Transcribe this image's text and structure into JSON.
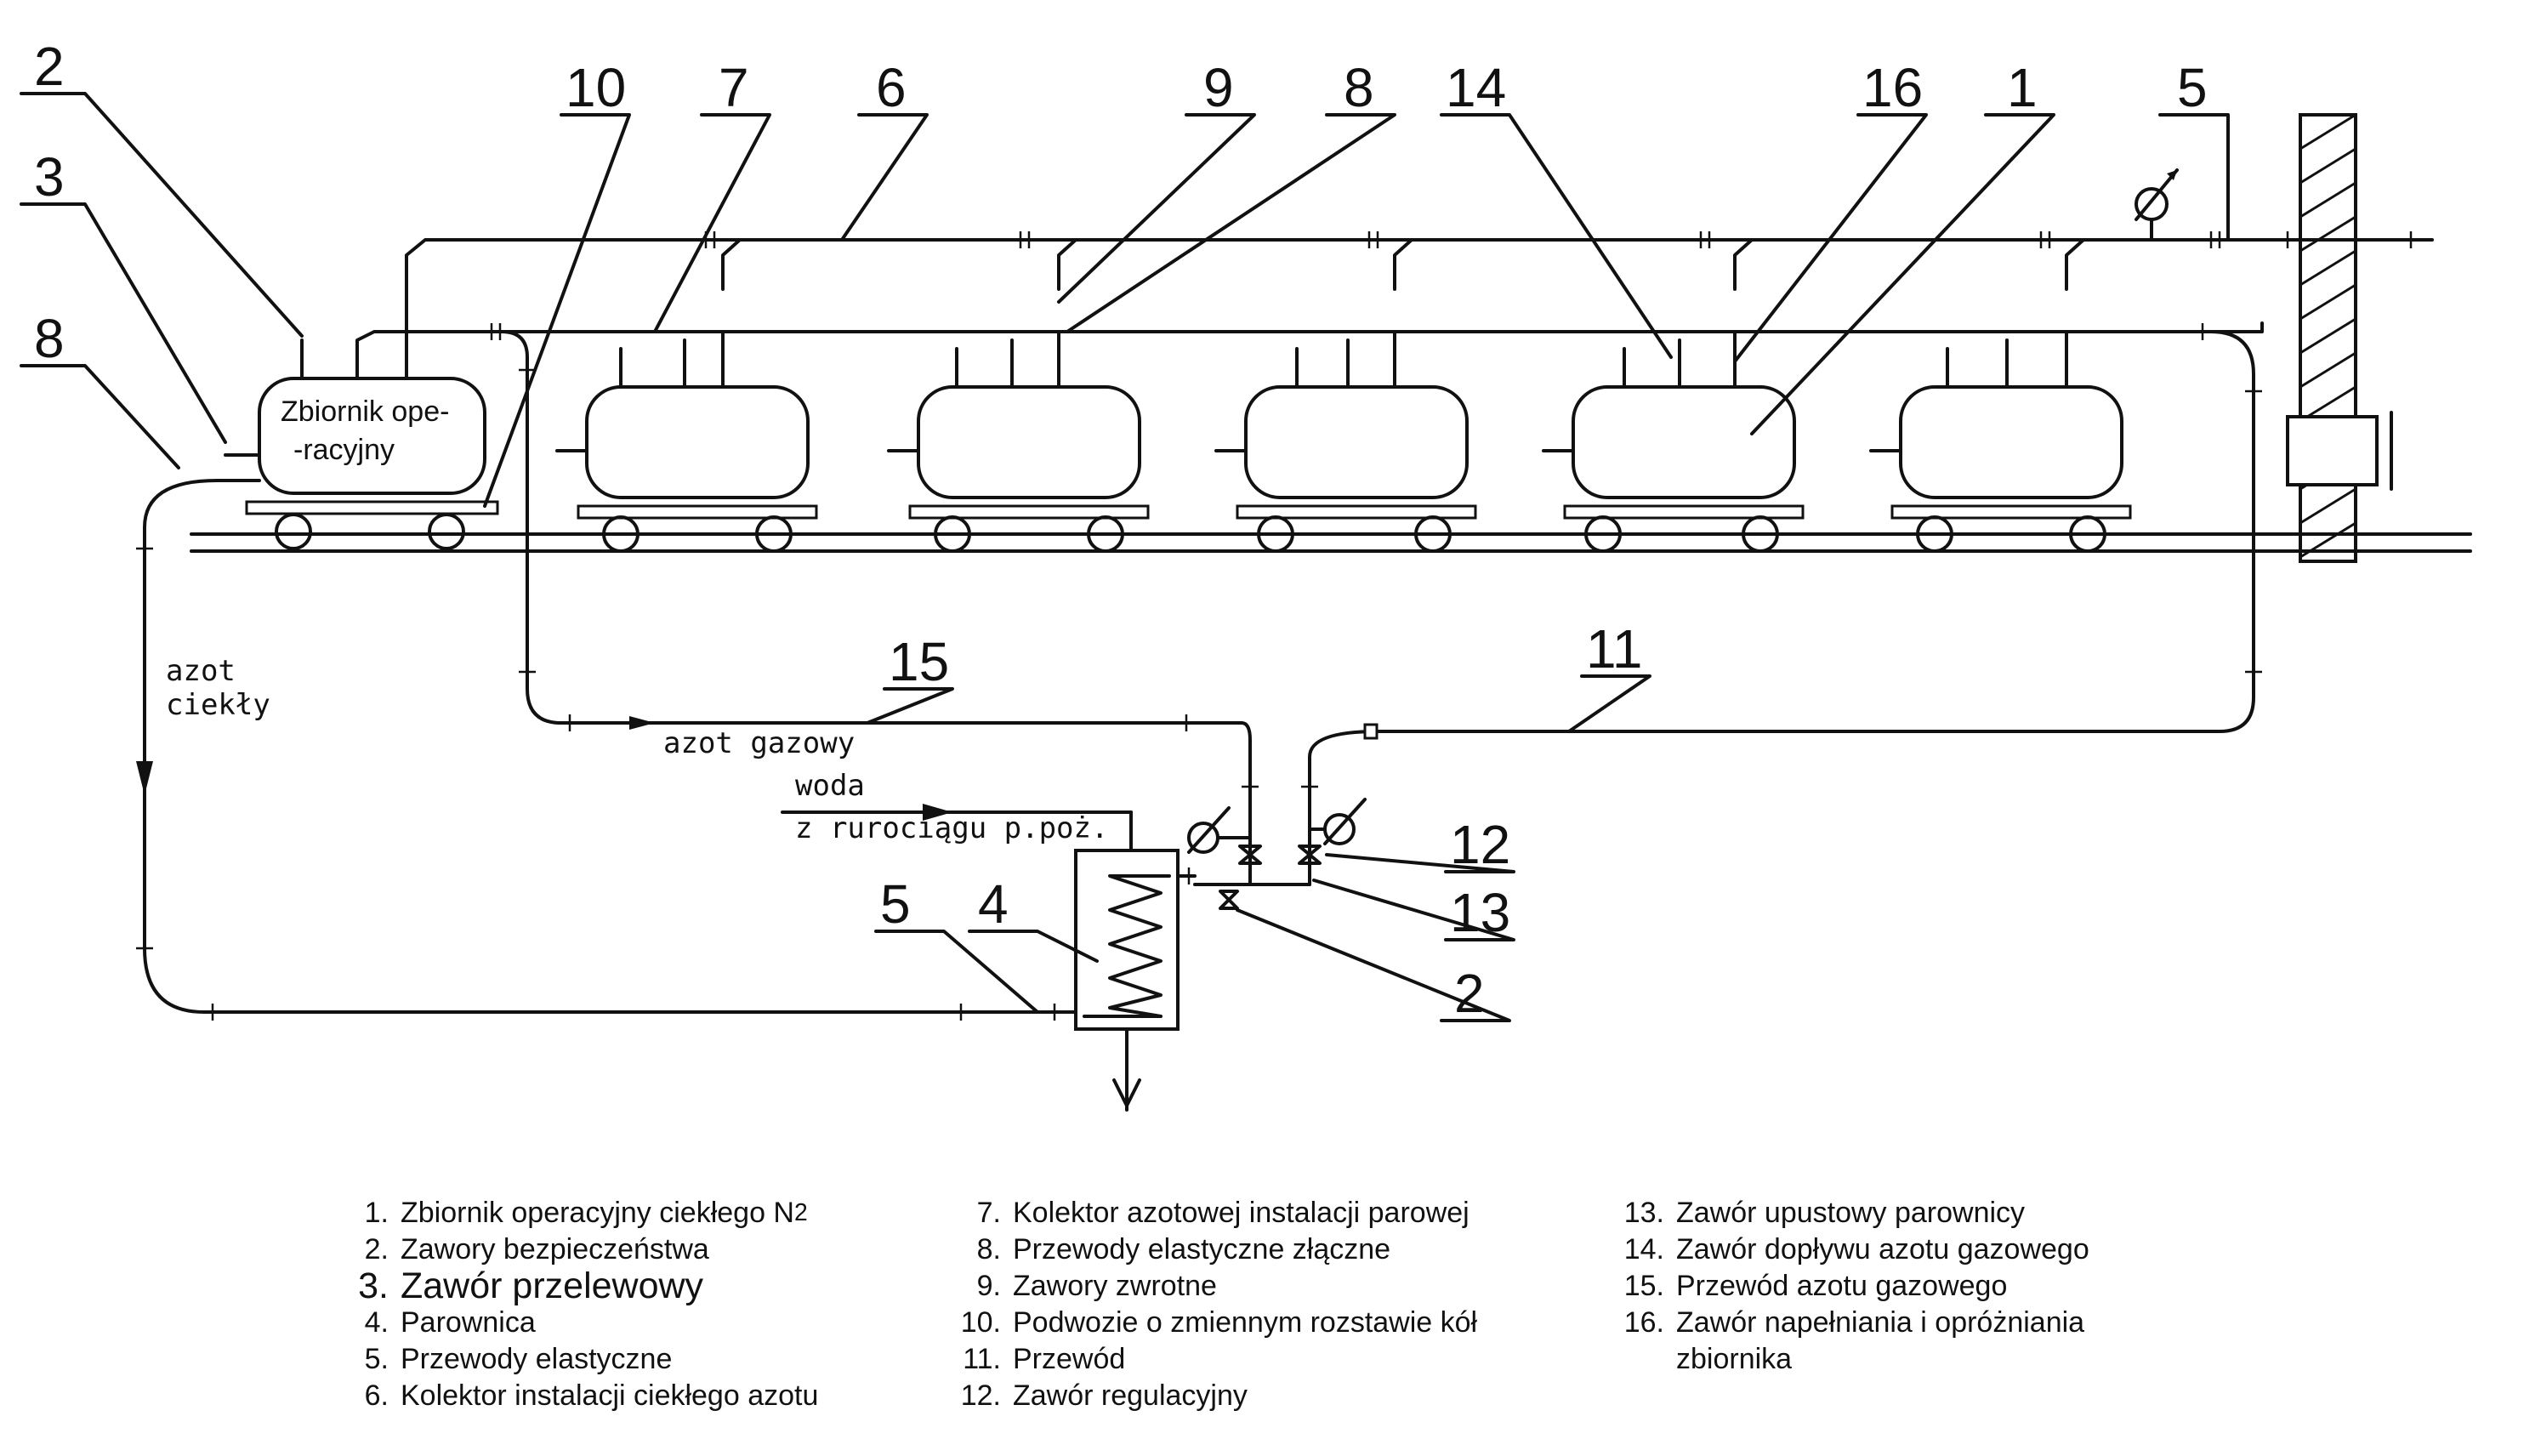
{
  "labels": {
    "tank_text_line1": "Zbiornik ope-",
    "tank_text_line2": "-racyjny",
    "liquid_nitrogen_1": "azot",
    "liquid_nitrogen_2": "ciekły",
    "gas_nitrogen": "azot gazowy",
    "water_1": "woda",
    "water_2": "z rurociągu p.poż."
  },
  "callouts": {
    "c2_top": "2",
    "c3": "3",
    "c8_left": "8",
    "c10": "10",
    "c7": "7",
    "c6": "6",
    "c9": "9",
    "c8_top": "8",
    "c14": "14",
    "c16": "16",
    "c1": "1",
    "c5_top": "5",
    "c15": "15",
    "c11": "11",
    "c12": "12",
    "c13": "13",
    "c2_bottom": "2",
    "c5_bottom": "5",
    "c4": "4"
  },
  "legend": [
    {
      "num": "1.",
      "text": "Zbiornik operacyjny ciekłego N",
      "sub": "2"
    },
    {
      "num": "2.",
      "text": "Zawory bezpieczeństwa"
    },
    {
      "num": "3.",
      "text": "Zawór przelewowy"
    },
    {
      "num": "4.",
      "text": "Parownica"
    },
    {
      "num": "5.",
      "text": "Przewody elastyczne"
    },
    {
      "num": "6.",
      "text": "Kolektor instalacji ciekłego azotu"
    },
    {
      "num": "7.",
      "text": "Kolektor azotowej instalacji parowej"
    },
    {
      "num": "8.",
      "text": "Przewody elastyczne złączne"
    },
    {
      "num": "9.",
      "text": "Zawory zwrotne"
    },
    {
      "num": "10.",
      "text": "Podwozie o zmiennym rozstawie kół"
    },
    {
      "num": "11.",
      "text": "Przewód"
    },
    {
      "num": "12.",
      "text": "Zawór regulacyjny"
    },
    {
      "num": "13.",
      "text": "Zawór upustowy parownicy"
    },
    {
      "num": "14.",
      "text": "Zawór dopływu azotu gazowego"
    },
    {
      "num": "15.",
      "text": "Przewód azotu gazowego"
    },
    {
      "num": "16.",
      "text": "Zawór napełniania i opróżniania"
    },
    {
      "num": "",
      "text": "zbiornika"
    }
  ]
}
